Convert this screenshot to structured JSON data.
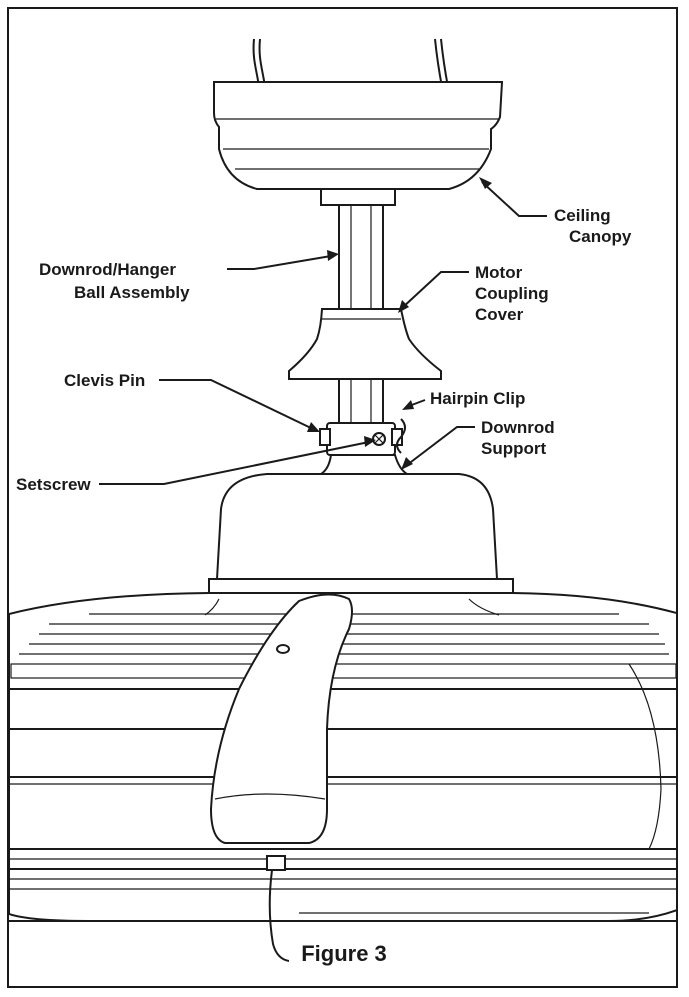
{
  "figure": {
    "caption": "Figure 3",
    "labels": {
      "ceiling_canopy": [
        "Ceiling",
        "Canopy"
      ],
      "downrod_hanger": [
        "Downrod/Hanger",
        "Ball Assembly"
      ],
      "motor_coupling_cover": [
        "Motor",
        "Coupling",
        "Cover"
      ],
      "clevis_pin": "Clevis Pin",
      "hairpin_clip": "Hairpin Clip",
      "downrod_support": [
        "Downrod",
        "Support"
      ],
      "setscrew": "Setscrew"
    }
  }
}
